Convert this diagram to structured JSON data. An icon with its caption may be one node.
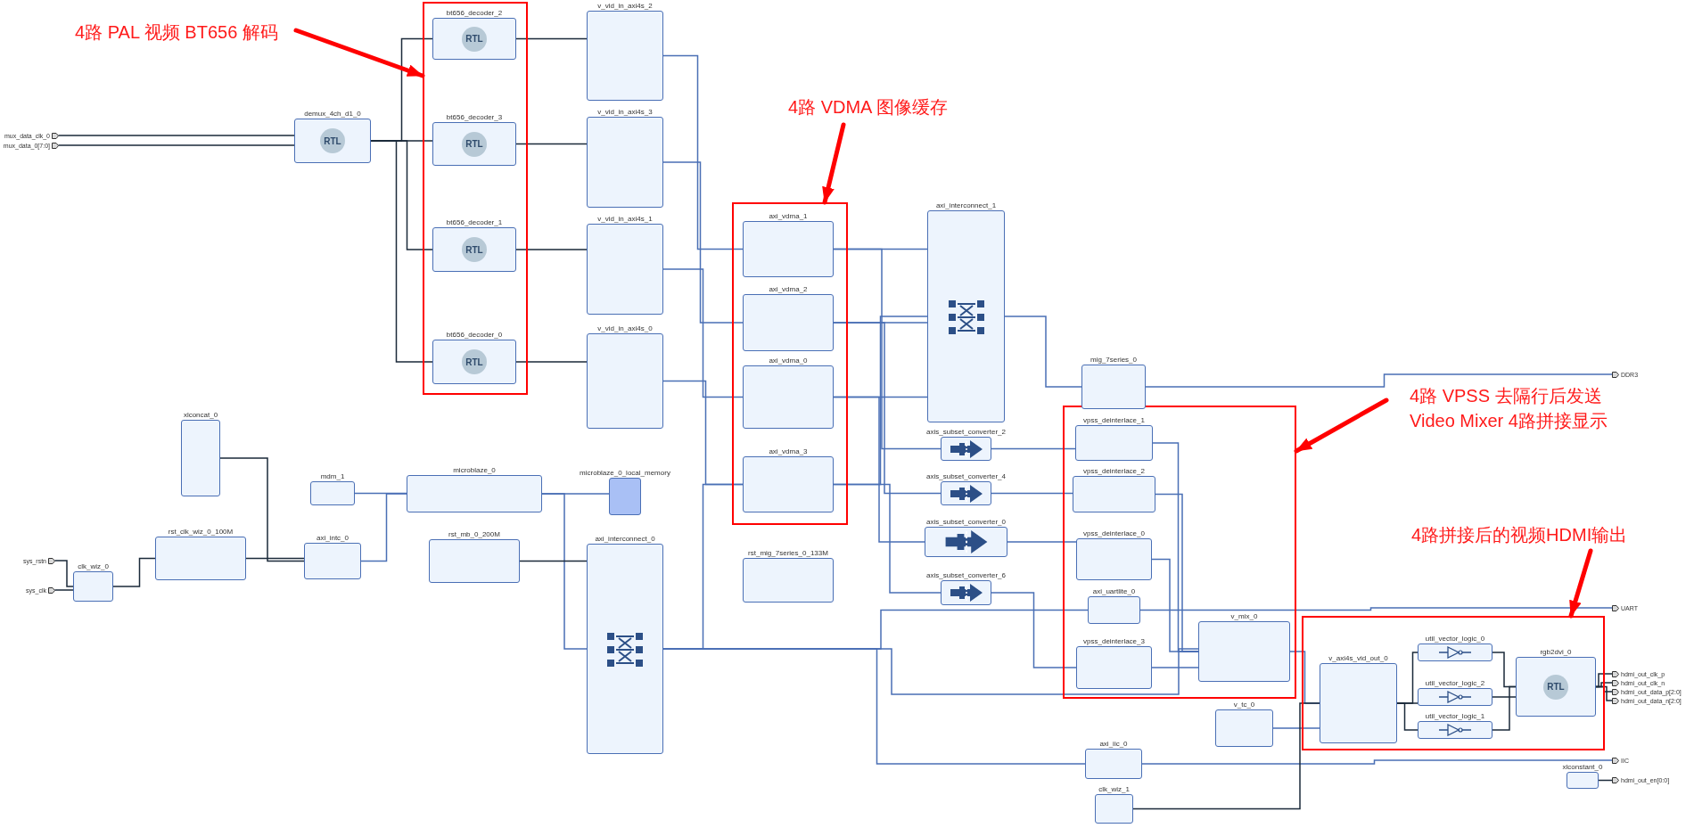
{
  "diagram": {
    "nodes": [
      {
        "text": [
          "4路 PAL 视频 BT656 解码"
        ]
      },
      {
        "text": [
          "4路 VDMA 图像缓存"
        ]
      },
      {
        "text": [
          "4路 VPSS 去隔行后发送 Video Mixer 4路拼接显示"
        ]
      },
      {
        "text": [
          "4路拼接后的视频HDMI输出"
        ]
      },
      {
        "text": [],
        "shape": "box"
      },
      {
        "text": [],
        "shape": "box"
      },
      {
        "text": [],
        "shape": "box"
      },
      {
        "text": [],
        "shape": "box"
      },
      {
        "text": [
          "mux_data_clk_0"
        ]
      },
      {
        "text": [
          "mux_data_0[7:0]"
        ]
      },
      {
        "text": [
          "demux_4ch_d1_0",
          "RTL"
        ]
      },
      {
        "text": [
          "bt656_decoder_2",
          "RTL"
        ],
        "in": 4
      },
      {
        "text": [
          "bt656_decoder_3",
          "RTL"
        ],
        "in": 4
      },
      {
        "text": [
          "bt656_decoder_1",
          "RTL"
        ],
        "in": 4
      },
      {
        "text": [
          "bt656_decoder_0",
          "RTL"
        ],
        "in": 4
      },
      {
        "text": [
          "v_vid_in_axi4s_2"
        ]
      },
      {
        "text": [
          "v_vid_in_axi4s_3"
        ]
      },
      {
        "text": [
          "v_vid_in_axi4s_1"
        ]
      },
      {
        "text": [
          "v_vid_in_axi4s_0"
        ]
      },
      {
        "text": [
          "axi_vdma_1"
        ],
        "in": 5
      },
      {
        "text": [
          "axi_vdma_2"
        ],
        "in": 5
      },
      {
        "text": [
          "axi_vdma_0"
        ],
        "in": 5
      },
      {
        "text": [
          "axi_vdma_3"
        ],
        "in": 5
      },
      {
        "text": [
          "axi_interconnect_1"
        ]
      },
      {
        "text": [
          "mig_7series_0"
        ]
      },
      {
        "text": [
          "DDR3"
        ]
      },
      {
        "text": [
          "axis_subset_converter_2"
        ]
      },
      {
        "text": [
          "axis_subset_converter_4"
        ]
      },
      {
        "text": [
          "axis_subset_converter_0"
        ]
      },
      {
        "text": [
          "axis_subset_converter_6"
        ]
      },
      {
        "text": [
          "rst_mig_7series_0_133M"
        ]
      },
      {
        "text": [
          "vpss_deinterlace_1"
        ],
        "in": 6
      },
      {
        "text": [
          "vpss_deinterlace_2"
        ],
        "in": 6
      },
      {
        "text": [
          "vpss_deinterlace_0"
        ],
        "in": 6
      },
      {
        "text": [
          "axi_uartlite_0"
        ],
        "in": 6
      },
      {
        "text": [
          "vpss_deinterlace_3"
        ],
        "in": 6
      },
      {
        "text": [
          "v_mix_0"
        ],
        "in": 6
      },
      {
        "text": [
          "UART"
        ]
      },
      {
        "text": [
          "xlconcat_0"
        ]
      },
      {
        "text": [
          "mdm_1"
        ]
      },
      {
        "text": [
          "microblaze_0"
        ]
      },
      {
        "text": [
          "microblaze_0_local_memory"
        ]
      },
      {
        "text": [
          "sys_rstn"
        ]
      },
      {
        "text": [
          "sys_clk"
        ]
      },
      {
        "text": [
          "clk_wiz_0"
        ]
      },
      {
        "text": [
          "rst_clk_wiz_0_100M"
        ]
      },
      {
        "text": [
          "axi_intc_0"
        ]
      },
      {
        "text": [
          "rst_mb_0_200M"
        ]
      },
      {
        "text": [
          "axi_interconnect_0"
        ]
      },
      {
        "text": [
          "v_tc_0"
        ]
      },
      {
        "text": [
          "axi_iic_0"
        ]
      },
      {
        "text": [
          "clk_wiz_1"
        ]
      },
      {
        "text": [
          "IIC"
        ]
      },
      {
        "text": [
          "v_axi4s_vid_out_0"
        ],
        "in": 7
      },
      {
        "text": [
          "util_vector_logic_0"
        ],
        "in": 7
      },
      {
        "text": [
          "util_vector_logic_2"
        ],
        "in": 7
      },
      {
        "text": [
          "util_vector_logic_1"
        ],
        "in": 7
      },
      {
        "text": [
          "rgb2dvi_0",
          "RTL"
        ],
        "in": 7
      },
      {
        "text": [
          "hdmi_out_clk_p"
        ]
      },
      {
        "text": [
          "hdmi_out_clk_n"
        ]
      },
      {
        "text": [
          "hdmi_out_data_p[2:0]"
        ]
      },
      {
        "text": [
          "hdmi_out_data_n[2:0]"
        ]
      },
      {
        "text": [
          "xlconstant_0"
        ]
      },
      {
        "text": [
          "hdmi_out_en[0:0]"
        ]
      }
    ],
    "edges": [
      {
        "from": 8,
        "to": 10,
        "arrow": "none",
        "color": "#1b2a3a"
      },
      {
        "from": 9,
        "to": 10,
        "arrow": "none",
        "color": "#1b2a3a"
      },
      {
        "from": 10,
        "to": 11,
        "arrow": "none",
        "color": "#1b2a3a"
      },
      {
        "from": 10,
        "to": 12,
        "arrow": "none",
        "color": "#1b2a3a"
      },
      {
        "from": 10,
        "to": 13,
        "arrow": "none",
        "color": "#1b2a3a"
      },
      {
        "from": 10,
        "to": 14,
        "arrow": "none",
        "color": "#1b2a3a"
      },
      {
        "from": 11,
        "to": 15,
        "arrow": "none",
        "color": "#1b2a3a"
      },
      {
        "from": 12,
        "to": 16,
        "arrow": "none",
        "color": "#1b2a3a"
      },
      {
        "from": 13,
        "to": 17,
        "arrow": "none",
        "color": "#1b2a3a"
      },
      {
        "from": 14,
        "to": 18,
        "arrow": "none",
        "color": "#1b2a3a"
      },
      {
        "from": 15,
        "to": 19,
        "arrow": "none"
      },
      {
        "from": 16,
        "to": 20,
        "arrow": "none"
      },
      {
        "from": 17,
        "to": 21,
        "arrow": "none"
      },
      {
        "from": 18,
        "to": 22,
        "arrow": "none"
      },
      {
        "from": 19,
        "to": 23,
        "arrow": "none"
      },
      {
        "from": 20,
        "to": 23,
        "arrow": "none"
      },
      {
        "from": 21,
        "to": 23,
        "arrow": "none"
      },
      {
        "from": 22,
        "to": 23,
        "arrow": "none"
      },
      {
        "from": 23,
        "to": 24,
        "arrow": "none"
      },
      {
        "from": 24,
        "to": 25,
        "arrow": "none"
      },
      {
        "from": 19,
        "to": 26,
        "arrow": "none"
      },
      {
        "from": 20,
        "to": 27,
        "arrow": "none"
      },
      {
        "from": 21,
        "to": 28,
        "arrow": "none"
      },
      {
        "from": 22,
        "to": 29,
        "arrow": "none"
      },
      {
        "from": 26,
        "to": 31,
        "arrow": "none"
      },
      {
        "from": 27,
        "to": 32,
        "arrow": "none"
      },
      {
        "from": 28,
        "to": 33,
        "arrow": "none"
      },
      {
        "from": 29,
        "to": 35,
        "arrow": "none"
      },
      {
        "from": 31,
        "to": 36,
        "arrow": "none"
      },
      {
        "from": 32,
        "to": 36,
        "arrow": "none"
      },
      {
        "from": 33,
        "to": 36,
        "arrow": "none"
      },
      {
        "from": 35,
        "to": 36,
        "arrow": "none"
      },
      {
        "from": 36,
        "to": 53,
        "arrow": "none"
      },
      {
        "from": 49,
        "to": 53,
        "arrow": "none"
      },
      {
        "from": 53,
        "to": 54,
        "arrow": "none",
        "color": "#1b2a3a"
      },
      {
        "from": 53,
        "to": 55,
        "arrow": "none",
        "color": "#1b2a3a"
      },
      {
        "from": 53,
        "to": 56,
        "arrow": "none",
        "color": "#1b2a3a"
      },
      {
        "from": 54,
        "to": 57,
        "arrow": "none",
        "color": "#1b2a3a"
      },
      {
        "from": 55,
        "to": 57,
        "arrow": "none",
        "color": "#1b2a3a"
      },
      {
        "from": 56,
        "to": 57,
        "arrow": "none",
        "color": "#1b2a3a"
      },
      {
        "from": 57,
        "to": 58,
        "arrow": "none",
        "color": "#1b2a3a"
      },
      {
        "from": 57,
        "to": 59,
        "arrow": "none",
        "color": "#1b2a3a"
      },
      {
        "from": 57,
        "to": 60,
        "arrow": "none",
        "color": "#1b2a3a"
      },
      {
        "from": 57,
        "to": 61,
        "arrow": "none",
        "color": "#1b2a3a"
      },
      {
        "from": 62,
        "to": 63,
        "arrow": "none",
        "color": "#1b2a3a"
      },
      {
        "from": 34,
        "to": 37,
        "arrow": "none"
      },
      {
        "from": 50,
        "to": 52,
        "arrow": "none"
      },
      {
        "from": 43,
        "to": 44,
        "arrow": "none",
        "color": "#1b2a3a"
      },
      {
        "from": 42,
        "to": 44,
        "arrow": "none",
        "color": "#1b2a3a"
      },
      {
        "from": 44,
        "to": 45,
        "arrow": "none",
        "color": "#1b2a3a"
      },
      {
        "from": 39,
        "to": 40,
        "arrow": "none"
      },
      {
        "from": 40,
        "to": 41,
        "arrow": "none"
      },
      {
        "from": 40,
        "to": 48,
        "arrow": "none"
      },
      {
        "from": 46,
        "to": 40,
        "arrow": "none"
      },
      {
        "from": 38,
        "to": 46,
        "arrow": "none",
        "color": "#1b2a3a"
      },
      {
        "from": 45,
        "to": 46,
        "arrow": "none",
        "color": "#1b2a3a"
      },
      {
        "from": 47,
        "to": 48,
        "arrow": "none",
        "color": "#1b2a3a"
      },
      {
        "from": 48,
        "to": 22,
        "arrow": "none"
      },
      {
        "from": 48,
        "to": 50,
        "arrow": "none"
      },
      {
        "from": 48,
        "to": 34,
        "arrow": "none"
      },
      {
        "from": 48,
        "to": 36,
        "arrow": "none"
      },
      {
        "from": 51,
        "to": 53,
        "arrow": "none",
        "color": "#1b2a3a"
      },
      {
        "from": 0,
        "to": 4,
        "arrow": "to",
        "style": "thick",
        "color": "#ff0000"
      },
      {
        "from": 1,
        "to": 5,
        "arrow": "to",
        "style": "thick",
        "color": "#ff0000"
      },
      {
        "from": 2,
        "to": 6,
        "arrow": "to",
        "style": "thick",
        "color": "#ff0000"
      },
      {
        "from": 3,
        "to": 7,
        "arrow": "to",
        "style": "thick",
        "color": "#ff0000"
      }
    ]
  }
}
